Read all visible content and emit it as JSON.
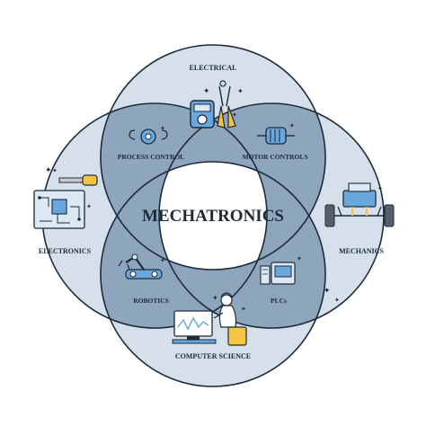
{
  "center": {
    "title": "MECHATRONICS"
  },
  "circles": {
    "top": "ELECTRICAL",
    "left": "ELECTRONICS",
    "right": "MECHANICS",
    "bottom": "COMPUTER SCIENCE"
  },
  "intersections": {
    "top_left": "PROCESS CONTROL",
    "top_right": "MOTOR CONTROLS",
    "bottom_left": "ROBOTICS",
    "bottom_right": "PLCs"
  },
  "colors": {
    "outer_circle": "#d5e0ea",
    "overlap": "#8ea6bd",
    "center_fill": "#ffffff",
    "ink": "#1c2a3a",
    "accent_yellow": "#f4c542",
    "accent_blue": "#6aa7dc"
  },
  "icons": {
    "electrical": "multimeter-pliers-icon",
    "electronics": "circuit-board-screwdriver-icon",
    "mechanics": "car-suspension-engine-icon",
    "computer_science": "person-at-computer-icon",
    "process_control": "gear-cloud-icon",
    "motor_controls": "motor-icon",
    "robotics": "robot-arm-icon",
    "plcs": "plc-controller-icon"
  }
}
